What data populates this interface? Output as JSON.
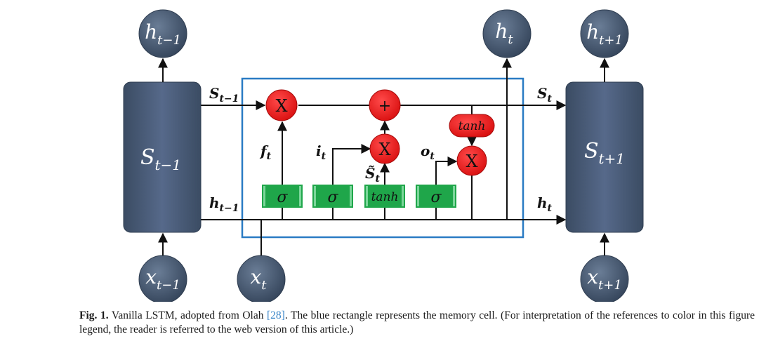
{
  "diagram": {
    "nodes": {
      "h_prev_top": {
        "base": "h",
        "sub": "t−1"
      },
      "h_t_top": {
        "base": "h",
        "sub": "t"
      },
      "h_next_top": {
        "base": "h",
        "sub": "t+1"
      },
      "x_prev": {
        "base": "x",
        "sub": "t−1"
      },
      "x_t": {
        "base": "x",
        "sub": "t"
      },
      "x_next": {
        "base": "x",
        "sub": "t+1"
      }
    },
    "blocks": {
      "left": {
        "base": "S",
        "sub": "t−1"
      },
      "right": {
        "base": "S",
        "sub": "t+1"
      }
    },
    "line_labels": {
      "s_in": {
        "base": "S",
        "sub": "t−1"
      },
      "s_out": {
        "base": "S",
        "sub": "t"
      },
      "h_in": {
        "base": "h",
        "sub": "t−1"
      },
      "h_out": {
        "base": "h",
        "sub": "t"
      },
      "f": {
        "base": "f",
        "sub": "t"
      },
      "i": {
        "base": "i",
        "sub": "t"
      },
      "o": {
        "base": "o",
        "sub": "t"
      },
      "s_tilde": {
        "base": "S̃",
        "sub": "t"
      }
    },
    "ops": {
      "mult_forget": "X",
      "add": "+",
      "mult_input": "X",
      "mult_output": "X",
      "tanh_out": "tanh"
    },
    "gates": {
      "sigma_forget": "σ",
      "sigma_input": "σ",
      "tanh_candidate": "tanh",
      "sigma_output": "σ"
    },
    "colors": {
      "node_fill": "#42546c",
      "block_fill": "#475a73",
      "op_fill": "#ee1c1c",
      "gate_fill": "#1fa64a",
      "cell_border": "#2a7bc4",
      "line": "#111111"
    }
  },
  "caption": {
    "label": "Fig. 1.",
    "text_before_ref": " Vanilla LSTM, adopted from Olah ",
    "ref": "[28]",
    "text_after_ref": ". The blue rectangle represents the memory cell. (For interpretation of the references to color in this figure legend, the reader is referred to the web version of this article.)"
  }
}
